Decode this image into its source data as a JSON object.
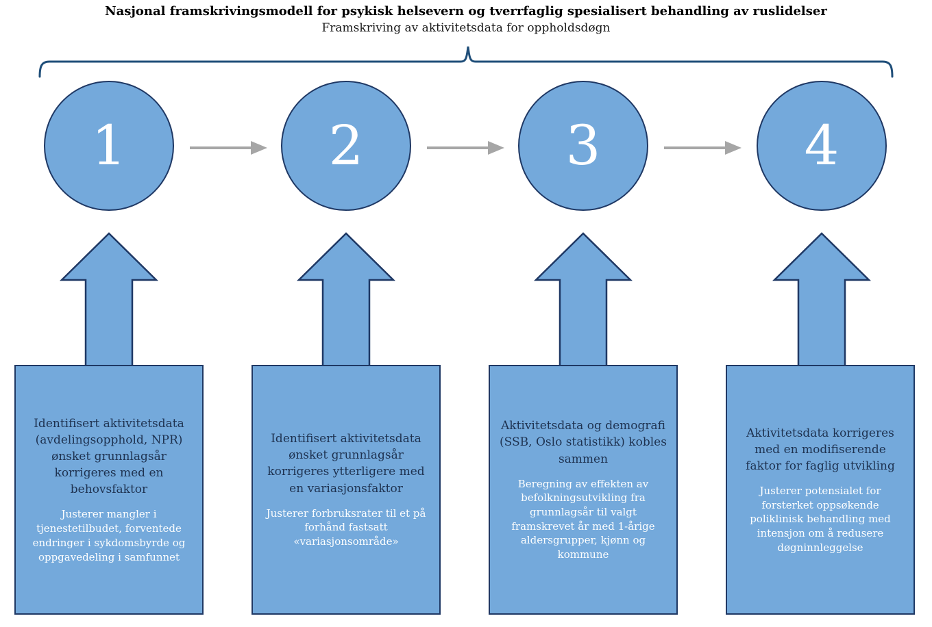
{
  "header": {
    "title": "Nasjonal framskrivingsmodell for psykisk helsevern og tverrfaglig spesialisert behandling av ruslidelser",
    "subtitle": "Framskriving av aktivitetsdata for oppholdsdøgn"
  },
  "steps": [
    {
      "number": "1",
      "heading": "Identifisert aktivitetsdata (avdelingsopphold, NPR) ønsket grunnlagsår korrigeres med en behovsfaktor",
      "detail": "Justerer mangler i tjenestetilbudet, forventede endringer i sykdomsbyrde og oppgavedeling i samfunnet"
    },
    {
      "number": "2",
      "heading": "Identifisert aktivitetsdata ønsket grunnlagsår korrigeres ytterligere med en variasjonsfaktor",
      "detail": "Justerer forbruksrater til et på forhånd fastsatt «variasjonsområde»"
    },
    {
      "number": "3",
      "heading": "Aktivitetsdata og demografi (SSB, Oslo statistikk) kobles sammen",
      "detail": "Beregning av effekten av befolkningsutvikling fra grunnlagsår til valgt framskrevet år med 1-årige aldersgrupper, kjønn og kommune"
    },
    {
      "number": "4",
      "heading": "Aktivitetsdata korrigeres med en modifiserende faktor for faglig utvikling",
      "detail": "Justerer potensialet for forsterket oppsøkende poliklinisk behandling med intensjon om å redusere døgninnleggelse"
    }
  ],
  "colors": {
    "shape_fill": "#74A9DB",
    "shape_border": "#1F3864",
    "brace": "#1F4E79",
    "connector": "#A6A6A6",
    "heading_text": "#1E3250",
    "detail_text": "#FDFEFE",
    "title_text": "#000000"
  }
}
